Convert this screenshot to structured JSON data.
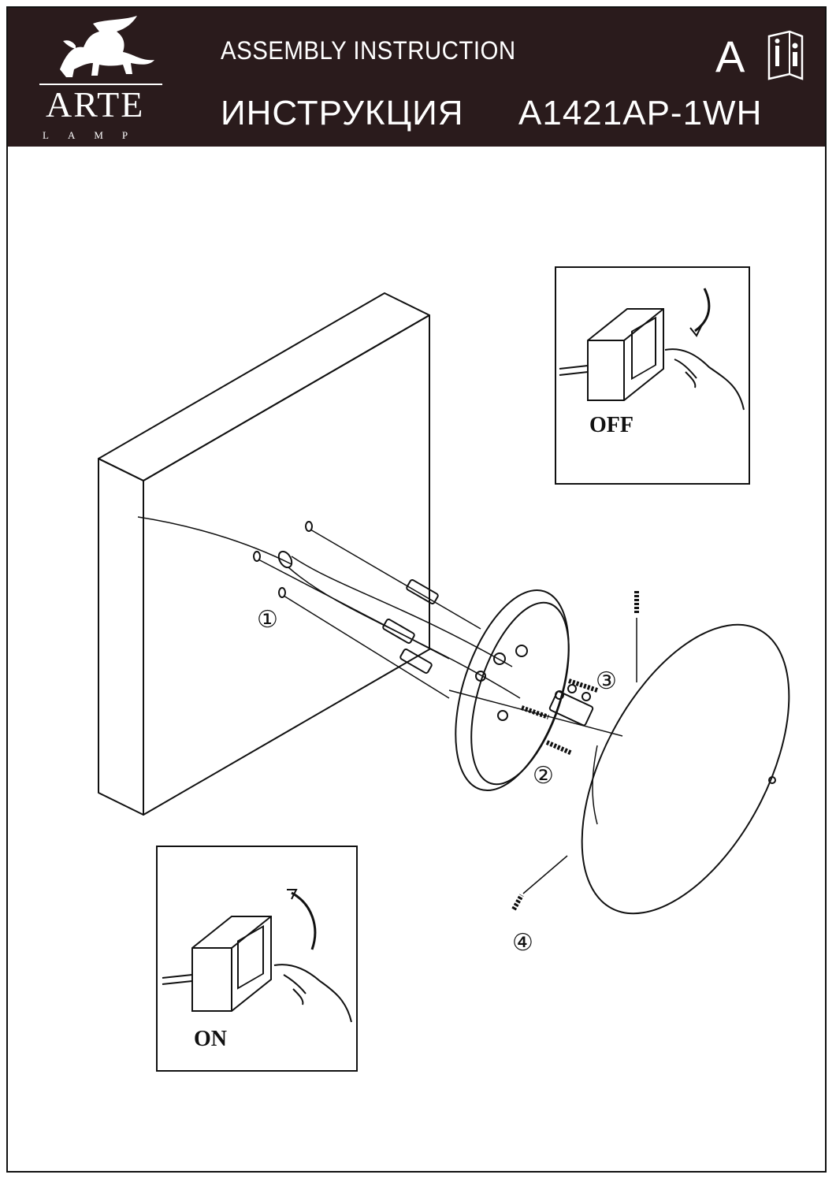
{
  "header": {
    "title_en": "ASSEMBLY  INSTRUCTION",
    "title_ru": "ИНСТРУКЦИЯ",
    "model": "A1421AP-1WH",
    "language": "A",
    "logo": {
      "brand": "ARTE",
      "sub": "LAMP"
    },
    "info_icon": "book-info-icon"
  },
  "panels": {
    "off_label": "OFF",
    "on_label": "ON"
  },
  "steps": [
    "①",
    "②",
    "③",
    "④"
  ],
  "colors": {
    "header_bg": "#2a1b1c",
    "ink": "#111111"
  }
}
